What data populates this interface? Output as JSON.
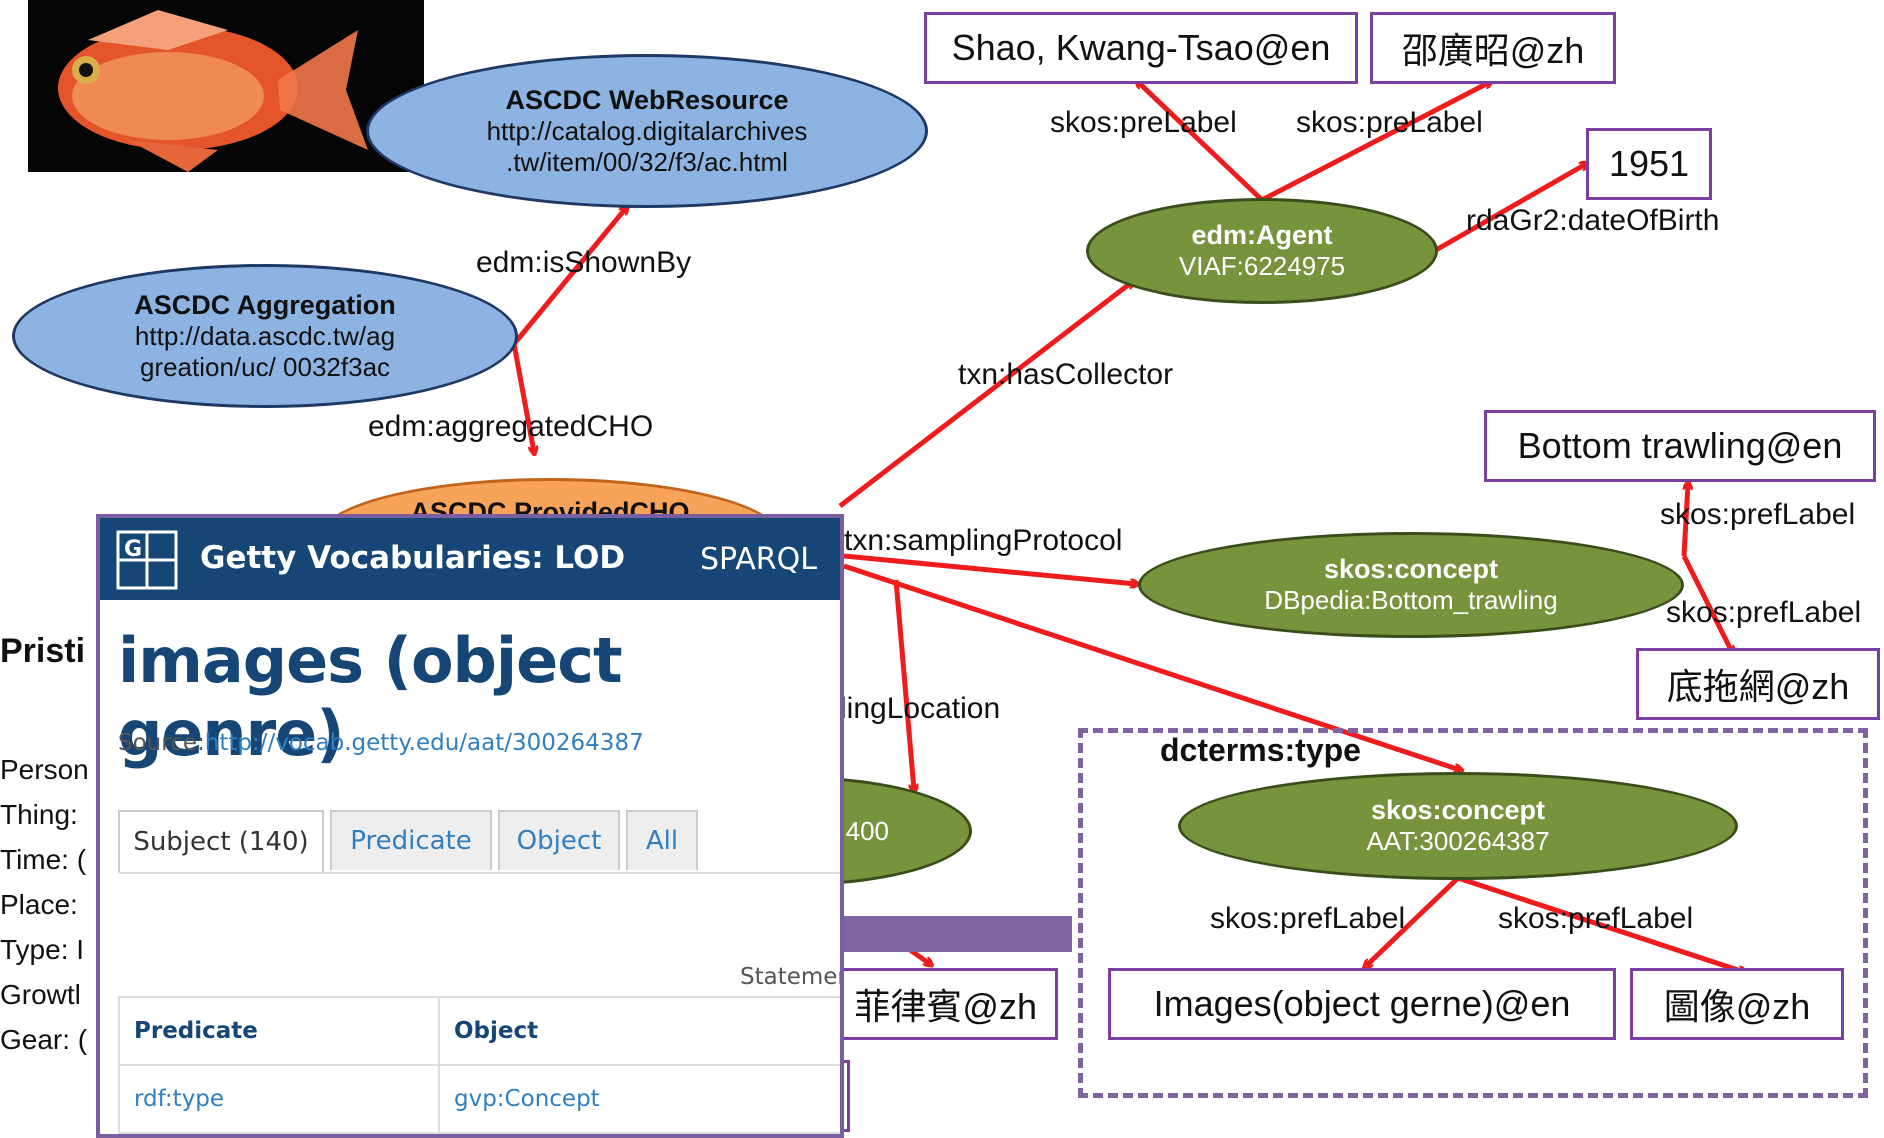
{
  "nodes": {
    "webresource": {
      "title": "ASCDC WebResource",
      "line1": "http://catalog.digitalarchives",
      "line2": ".tw/item/00/32/f3/ac.html"
    },
    "aggregation": {
      "title": "ASCDC Aggregation",
      "line1": "http://data.ascdc.tw/ag",
      "line2": "greation/uc/ 0032f3ac"
    },
    "providedcho": {
      "title": "ASCDC ProvidedCHO"
    },
    "agent": {
      "title": "edm:Agent",
      "line1": "VIAF:6224975"
    },
    "concept_trawl": {
      "title": "skos:concept",
      "line1": "DBpedia:Bottom_trawling"
    },
    "concept_aat": {
      "title": "skos:concept",
      "line1": "AAT:300264387"
    },
    "place_partial": {
      "line1": "400"
    }
  },
  "boxes": {
    "shao_en": "Shao, Kwang-Tsao@en",
    "shao_zh": "邵廣昭@zh",
    "year": "1951",
    "bottom_en": "Bottom trawling@en",
    "bottom_zh": "底拖網@zh",
    "images_en": "Images(object gerne)@en",
    "images_zh": "圖像@zh",
    "philippines_zh": "菲律賓@zh"
  },
  "edges": {
    "isShownBy": "edm:isShownBy",
    "aggregatedCHO": "edm:aggregatedCHO",
    "hasCollector": "txn:hasCollector",
    "samplingProtocol": "txn:samplingProtocol",
    "samplingLocation": "lingLocation",
    "dateOfBirth": "rdaGr2:dateOfBirth",
    "prefLabel_agent_en": "skos:preLabel",
    "prefLabel_agent_zh": "skos:preLabel",
    "prefLabel_trawl_en": "skos:prefLabel",
    "prefLabel_trawl_zh": "skos:prefLabel",
    "dcterms_type": "dcterms:type",
    "prefLabel_aat_en": "skos:prefLabel",
    "prefLabel_aat_zh": "skos:prefLabel"
  },
  "left_panel": {
    "heading": "Pristi",
    "rows": [
      "Person",
      "Thing: ",
      "Time: (",
      "Place: ",
      "Type: I",
      "Growtl",
      "Gear: ("
    ]
  },
  "getty": {
    "header_title": "Getty Vocabularies: LOD",
    "sparql": "SPARQL",
    "heading": "images (object genre)",
    "source_label": "Source:",
    "source_url": "http://vocab.getty.edu/aat/300264387",
    "tabs": [
      "Subject (140)",
      "Predicate",
      "Object",
      "All"
    ],
    "statements": "Statemer",
    "table_headers": [
      "Predicate",
      "Object"
    ],
    "table_row": [
      "rdf:type",
      "gvp:Concept"
    ]
  },
  "colors": {
    "edge": "#ee1c1c",
    "box_border": "#7a3fa0",
    "green": "#77933c",
    "blue": "#8db3e2",
    "orange": "#f8a35a",
    "arrow_big": "#8064a2"
  }
}
